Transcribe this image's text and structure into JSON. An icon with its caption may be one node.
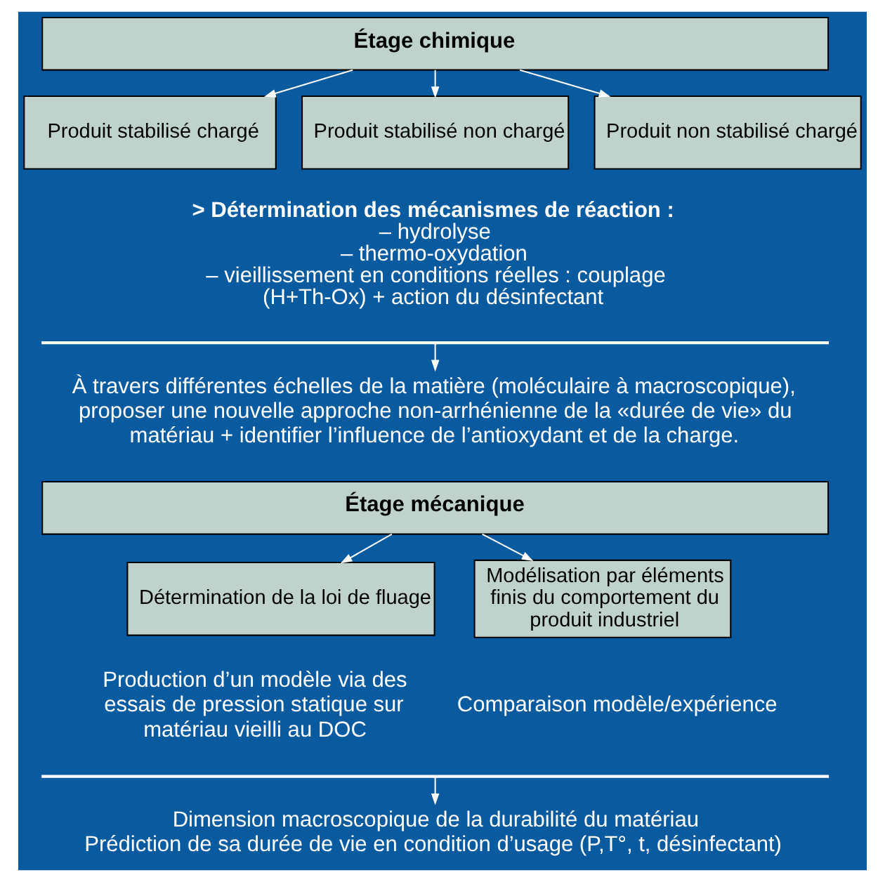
{
  "diagram": {
    "nodes": [
      {
        "text": [
          "Étage chimique"
        ]
      },
      {
        "text": [
          "Produit stabilisé chargé"
        ]
      },
      {
        "text": [
          "Produit stabilisé non chargé"
        ]
      },
      {
        "text": [
          "Produit non stabilisé chargé"
        ]
      },
      {
        "text": [
          "À travers différentes échelles de la matière (moléculaire à macroscopique), proposer une nouvelle approche non-arrhénienne de la «durée de vie» du matériau + identifier l’influence de l’antioxydant et de la charge."
        ]
      },
      {
        "text": [
          "Étage mécanique"
        ]
      },
      {
        "text": [
          "Détermination de la loi de fluage"
        ],
        "beside": [
          "Production d’un modèle via des essais de pression statique sur matériau vieilli au DOC"
        ]
      },
      {
        "text": [
          "Modélisation par éléments finis du comportement du produit industriel"
        ],
        "beside": [
          "Comparaison modèle/expérience"
        ]
      },
      {
        "text": [
          "Dimension macroscopique de la durabilité du matériau",
          "Prédiction de sa durée de vie en condition d’usage (P,T°, t, désinfectant)"
        ]
      }
    ],
    "edges": [
      {
        "from": 0,
        "to": 1,
        "arrow": "to"
      },
      {
        "from": 0,
        "to": 2,
        "arrow": "to"
      },
      {
        "from": 0,
        "to": 3,
        "arrow": "to"
      },
      {
        "from": null,
        "to": 4,
        "arrow": "to"
      },
      {
        "from": 5,
        "to": 6,
        "arrow": "to"
      },
      {
        "from": 5,
        "to": 7,
        "arrow": "to"
      },
      {
        "from": null,
        "to": 8,
        "arrow": "to"
      }
    ],
    "labels": [
      "> Détermination des mécanismes de réaction :",
      "– hydrolyse",
      "– thermo-oxydation",
      "– vieillissement en conditions réelles : couplage (H+Th-Ox) + action du désinfectant"
    ]
  }
}
